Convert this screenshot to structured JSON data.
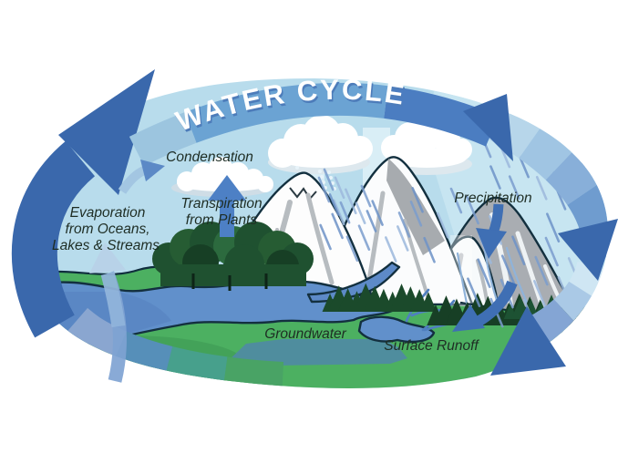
{
  "title": "WATER CYCLE",
  "labels": {
    "condensation": "Condensation",
    "transpiration_line1": "Transpiration",
    "transpiration_line2": "from Plants",
    "evaporation_line1": "Evaporation",
    "evaporation_line2": "from Oceans,",
    "evaporation_line3": "Lakes & Streams",
    "precipitation": "Precipitation",
    "groundwater": "Groundwater",
    "surface_runoff": "Surface Runoff"
  },
  "palette": {
    "sky": "#b8dcec",
    "sky_light": "#c9e6f2",
    "land_green": "#4cb061",
    "land_green_dark": "#3f9b55",
    "water_blue": "#6190cb",
    "arrow_blue": "#3a68ac",
    "arrow_blue_mid": "#3f6fb4",
    "banner_blue": "#6ba3d3",
    "banner_light": "#9cc5df",
    "banner_dark": "#4b7dc1",
    "teal_band": "#47a08c",
    "groundwater_teal": "#4f8d9e",
    "mountain_gray": "#a9adb2",
    "pine_green": "#1b4a2b",
    "forest_green": "#1f5130",
    "cloud_white": "#ffffff",
    "label_text": "#1e2d24",
    "title_text": "#ffffff",
    "title_shadow": "#4d7cba",
    "rain_blue": "#7b9dce"
  }
}
